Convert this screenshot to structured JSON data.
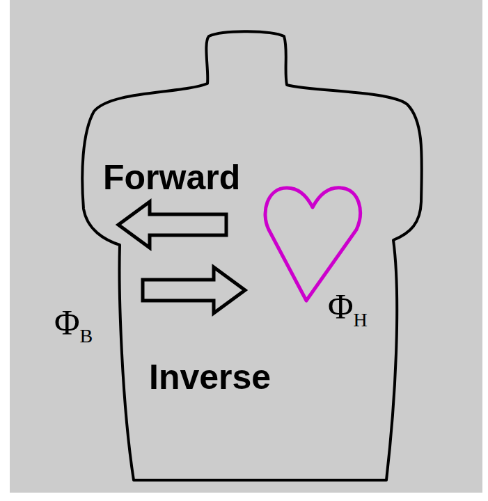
{
  "diagram": {
    "nodes": [
      {
        "text": [
          "ΦB"
        ]
      },
      {
        "text": [
          "ΦH"
        ],
        "in": 0
      }
    ],
    "edges": [
      {
        "from": 1,
        "to": 0,
        "arrow": "to",
        "label": "Forward"
      },
      {
        "from": 0,
        "to": 1,
        "arrow": "to",
        "label": "Inverse"
      }
    ]
  }
}
